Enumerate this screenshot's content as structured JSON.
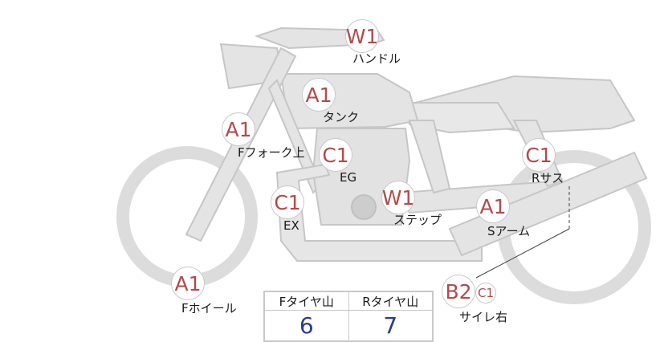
{
  "markers": {
    "handle": "W1",
    "tank": "A1",
    "fork_upper": "A1",
    "engine": "C1",
    "exhaust": "C1",
    "step": "W1",
    "rear_suspension": "C1",
    "swing_arm": "A1",
    "front_wheel": "A1",
    "silencer_right": "B2",
    "silencer_right_secondary": "C1"
  },
  "labels": {
    "handle": "ハンドル",
    "tank": "タンク",
    "fork_upper": "Fフォーク上",
    "engine": "EG",
    "exhaust": "EX",
    "step": "ステップ",
    "rear_suspension": "Rサス",
    "swing_arm": "Sアーム",
    "front_wheel": "Fホイール",
    "silencer_right": "サイレ右"
  },
  "tread_table": {
    "front_header": "Fタイヤ山",
    "rear_header": "Rタイヤ山",
    "front_value": "6",
    "rear_value": "7"
  },
  "colors": {
    "marker_text": "#b24a4a",
    "value_text": "#2a3c8a",
    "body_fill": "#e4e4e4",
    "body_stroke": "#c6c6c6"
  }
}
